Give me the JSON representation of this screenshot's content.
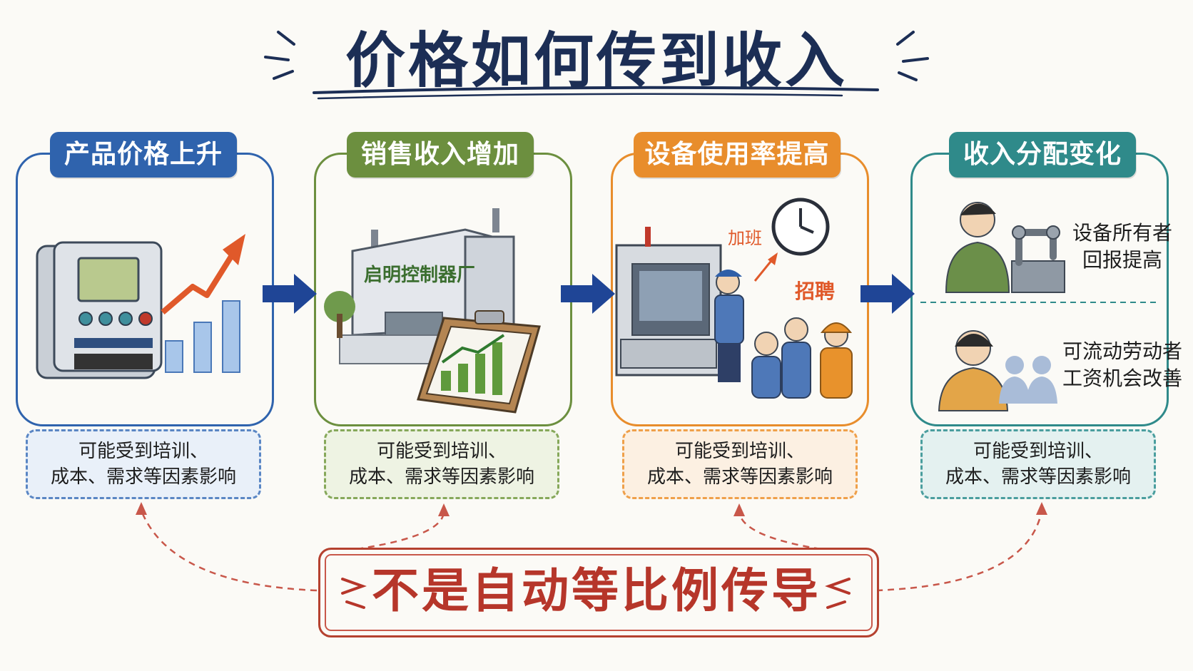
{
  "title": "价格如何传到收入",
  "colors": {
    "blue": "#2f63ad",
    "green": "#6c8f3f",
    "orange": "#e88d2c",
    "teal": "#2f8a8a",
    "red": "#b6362a",
    "navy": "#1c2e55"
  },
  "stages": [
    {
      "heading": "产品价格上升",
      "note_line1": "可能受到培训、",
      "note_line2": "成本、需求等因素影响"
    },
    {
      "heading": "销售收入增加",
      "factory_sign": "启明控制器厂",
      "note_line1": "可能受到培训、",
      "note_line2": "成本、需求等因素影响"
    },
    {
      "heading": "设备使用率提高",
      "overtime_label": "加班",
      "hiring_label": "招聘",
      "note_line1": "可能受到培训、",
      "note_line2": "成本、需求等因素影响"
    },
    {
      "heading": "收入分配变化",
      "owner_line1": "设备所有者",
      "owner_line2": "回报提高",
      "worker_line1": "可流动劳动者",
      "worker_line2": "工资机会改善",
      "note_line1": "可能受到培训、",
      "note_line2": "成本、需求等因素影响"
    }
  ],
  "bottom_message": "不是自动等比例传导"
}
